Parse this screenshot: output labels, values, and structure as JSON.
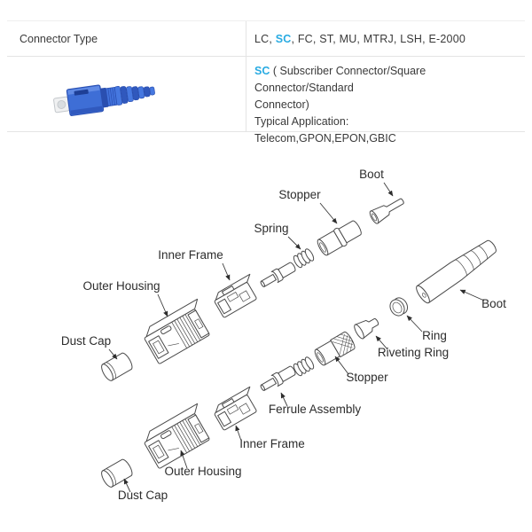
{
  "table": {
    "row1": {
      "label": "Connector Type",
      "value_pre": "LC, ",
      "value_highlight": "SC",
      "value_post": ", FC, ST, MU, MTRJ, LSH, E-2000"
    },
    "row2": {
      "photo": "sc-simplex-connector-blue",
      "line1_highlight": "SC",
      "line1_rest": " ( Subscriber Connector/Square Connector/Standard",
      "line2": "Connector)",
      "line3": "Typical Application:",
      "line4": "Telecom,GPON,EPON,GBIC"
    }
  },
  "diagram": {
    "title": "SC connector exploded parts view",
    "labels": [
      {
        "id": "boot-top",
        "text": "Boot"
      },
      {
        "id": "stopper-top",
        "text": "Stopper"
      },
      {
        "id": "spring",
        "text": "Spring"
      },
      {
        "id": "inner-frame-top",
        "text": "Inner Frame"
      },
      {
        "id": "outer-housing-top",
        "text": "Outer Housing"
      },
      {
        "id": "dust-cap-top",
        "text": "Dust Cap"
      },
      {
        "id": "boot-right",
        "text": "Boot"
      },
      {
        "id": "ring",
        "text": "Ring"
      },
      {
        "id": "riveting-ring",
        "text": "Riveting Ring"
      },
      {
        "id": "stopper-bottom",
        "text": "Stopper"
      },
      {
        "id": "ferrule-assembly",
        "text": "Ferrule Assembly"
      },
      {
        "id": "inner-frame-bottom",
        "text": "Inner Frame"
      },
      {
        "id": "outer-housing-bottom",
        "text": "Outer Housing"
      },
      {
        "id": "dust-cap-bottom",
        "text": "Dust Cap"
      }
    ]
  },
  "colors": {
    "accent": "#29abe2",
    "body_text": "#3a3a3a",
    "table_border": "#e4e4e4",
    "diagram_stroke": "#4a4a4a",
    "label_text": "#2d2d2d",
    "photo_blue": "#3e6ed6",
    "photo_blue_dark": "#2a4fb0",
    "photo_tip_white": "#f0f1f2"
  }
}
